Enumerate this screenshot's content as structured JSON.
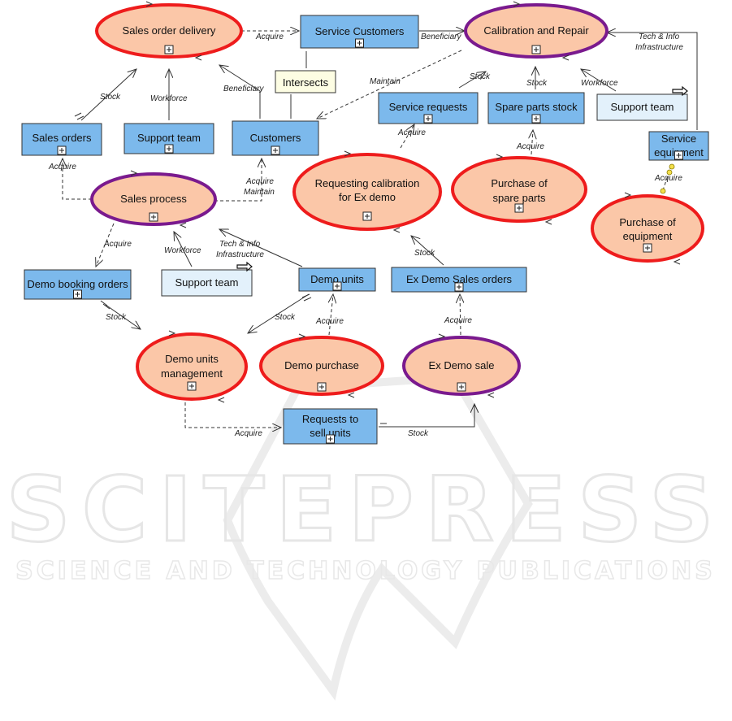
{
  "colors": {
    "ellipse_fill": "#fbc7a8",
    "ellipse_red": "#ee1c1c",
    "ellipse_purple": "#7a1a8e",
    "box_fill": "#7cb9ec",
    "box_light": "#e3f1fb",
    "note_fill": "#fdfde3",
    "edge": "#333333",
    "accent": "#e02020"
  },
  "ellipses": [
    {
      "id": "sales-order-delivery",
      "label": "Sales order delivery",
      "border": "red"
    },
    {
      "id": "calibration-and-repair",
      "label": "Calibration and Repair",
      "border": "purple"
    },
    {
      "id": "sales-process",
      "label": "Sales process",
      "border": "purple"
    },
    {
      "id": "requesting-calibration",
      "label": "Requesting calibration for Ex demo",
      "border": "red"
    },
    {
      "id": "purchase-of-spare-parts",
      "label": "Purchase of spare parts",
      "border": "red"
    },
    {
      "id": "purchase-of-equipment",
      "label": "Purchase of equipment",
      "border": "red"
    },
    {
      "id": "demo-units-management",
      "label": "Demo units management",
      "border": "red"
    },
    {
      "id": "demo-purchase",
      "label": "Demo purchase",
      "border": "red"
    },
    {
      "id": "ex-demo-sale",
      "label": "Ex Demo sale",
      "border": "purple"
    }
  ],
  "boxes": [
    {
      "id": "service-customers",
      "label": "Service Customers",
      "style": "blue"
    },
    {
      "id": "sales-orders",
      "label": "Sales orders",
      "style": "blue"
    },
    {
      "id": "support-team-1",
      "label": "Support team",
      "style": "blue"
    },
    {
      "id": "customers",
      "label": "Customers",
      "style": "blue"
    },
    {
      "id": "service-requests",
      "label": "Service requests",
      "style": "blue"
    },
    {
      "id": "spare-parts-stock",
      "label": "Spare parts stock",
      "style": "blue"
    },
    {
      "id": "support-team-2",
      "label": "Support team",
      "style": "light"
    },
    {
      "id": "service-equipment",
      "label": "Service equipment",
      "style": "blue"
    },
    {
      "id": "demo-booking-orders",
      "label": "Demo booking orders",
      "style": "blue"
    },
    {
      "id": "support-team-3",
      "label": "Support team",
      "style": "light"
    },
    {
      "id": "demo-units",
      "label": "Demo units",
      "style": "blue"
    },
    {
      "id": "ex-demo-sales-orders",
      "label": "Ex Demo Sales orders",
      "style": "blue"
    },
    {
      "id": "requests-to-sell-units",
      "label": "Requests to sell units",
      "style": "blue"
    }
  ],
  "note": {
    "label": "Intersects"
  },
  "edges": [
    {
      "id": "acquire-1",
      "label": "Acquire",
      "style": "dashed"
    },
    {
      "id": "beneficiary-1",
      "label": "Beneficiary",
      "style": "solid"
    },
    {
      "id": "tech-info-1",
      "label": "Tech & Info Infrastructure",
      "style": "solid"
    },
    {
      "id": "stock-1",
      "label": "Stock",
      "style": "solid"
    },
    {
      "id": "workforce-1",
      "label": "Workforce",
      "style": "solid"
    },
    {
      "id": "beneficiary-2",
      "label": "Beneficiary",
      "style": "solid"
    },
    {
      "id": "maintain-1",
      "label": "Maintain",
      "style": "dashed"
    },
    {
      "id": "stock-2",
      "label": "Stock",
      "style": "solid"
    },
    {
      "id": "stock-3",
      "label": "Stock",
      "style": "solid"
    },
    {
      "id": "workforce-2",
      "label": "Workforce",
      "style": "solid"
    },
    {
      "id": "acquire-2",
      "label": "Acquire",
      "style": "dashed"
    },
    {
      "id": "acquire-3",
      "label": "Acquire",
      "style": "dashed"
    },
    {
      "id": "acquire-maintain",
      "label": "Acquire Maintain",
      "style": "dashed"
    },
    {
      "id": "acquire-4",
      "label": "Acquire",
      "style": "dashed"
    },
    {
      "id": "acquire-5",
      "label": "Acquire",
      "style": "dashed"
    },
    {
      "id": "workforce-3",
      "label": "Workforce",
      "style": "solid"
    },
    {
      "id": "tech-info-2",
      "label": "Tech & Info Infrastructure",
      "style": "solid"
    },
    {
      "id": "stock-4",
      "label": "Stock",
      "style": "solid"
    },
    {
      "id": "stock-5",
      "label": "Stock",
      "style": "solid"
    },
    {
      "id": "stock-6",
      "label": "Stock",
      "style": "solid"
    },
    {
      "id": "acquire-6",
      "label": "Acquire",
      "style": "dashed"
    },
    {
      "id": "acquire-7",
      "label": "Acquire",
      "style": "dashed"
    },
    {
      "id": "acquire-8",
      "label": "Acquire",
      "style": "dashed"
    },
    {
      "id": "stock-7",
      "label": "Stock",
      "style": "solid"
    },
    {
      "id": "acquire-red",
      "label": "Acquire",
      "style": "dashed"
    }
  ],
  "watermark": {
    "main": "SCITEPRESS",
    "sub": "SCIENCE AND TECHNOLOGY PUBLICATIONS"
  }
}
